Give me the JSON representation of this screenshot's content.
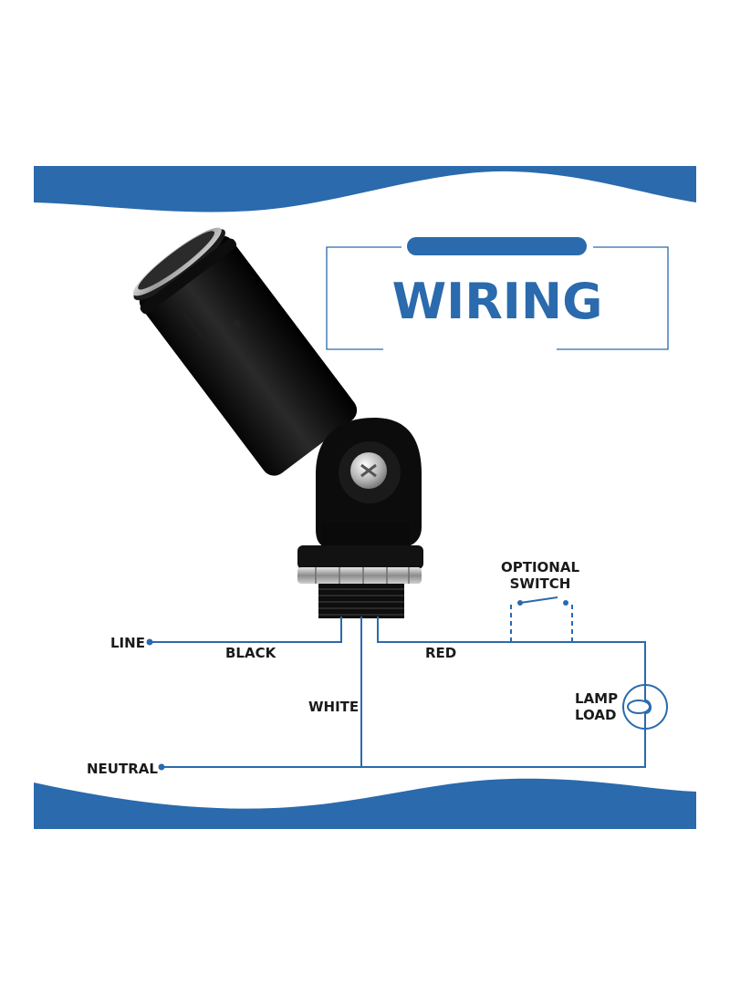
{
  "title": "WIRING",
  "labels": {
    "line": "LINE",
    "black": "BLACK",
    "red": "RED",
    "white": "WHITE",
    "neutral": "NEUTRAL",
    "optional_switch_line1": "OPTIONAL",
    "optional_switch_line2": "SWITCH",
    "lamp_load_line1": "LAMP",
    "lamp_load_line2": "LOAD"
  },
  "colors": {
    "accent_blue": "#2a6aad",
    "device_black": "#111111",
    "text": "#1a1a1a",
    "background": "#ffffff"
  },
  "icons": {
    "device": "photocell-swivel-mount",
    "lamp": "lamp-load-symbol",
    "switch": "optional-switch-symbol"
  }
}
